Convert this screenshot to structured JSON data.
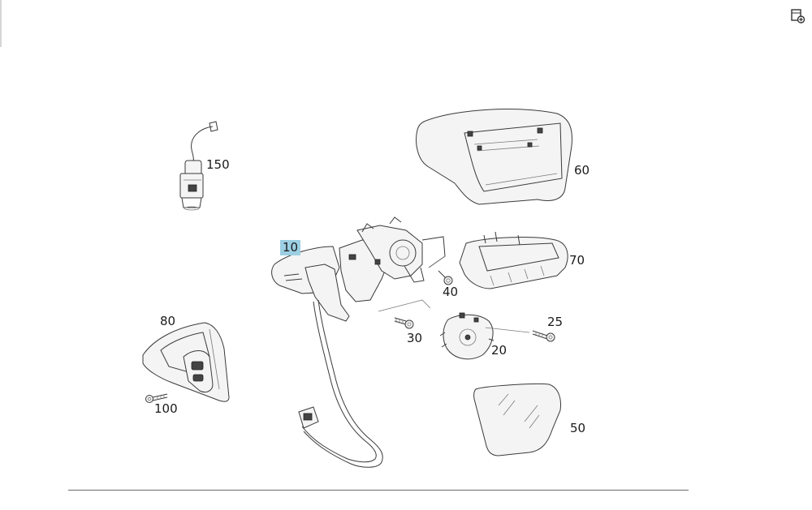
{
  "diagram": {
    "callouts": {
      "c10": "10",
      "c20": "20",
      "c25": "25",
      "c30": "30",
      "c40": "40",
      "c50": "50",
      "c60": "60",
      "c70": "70",
      "c80": "80",
      "c100": "100",
      "c150": "150"
    },
    "highlighted": "10",
    "highlight_color": "#9ccfe3"
  },
  "toolbar": {
    "add_icon": "add-to-list-icon"
  }
}
